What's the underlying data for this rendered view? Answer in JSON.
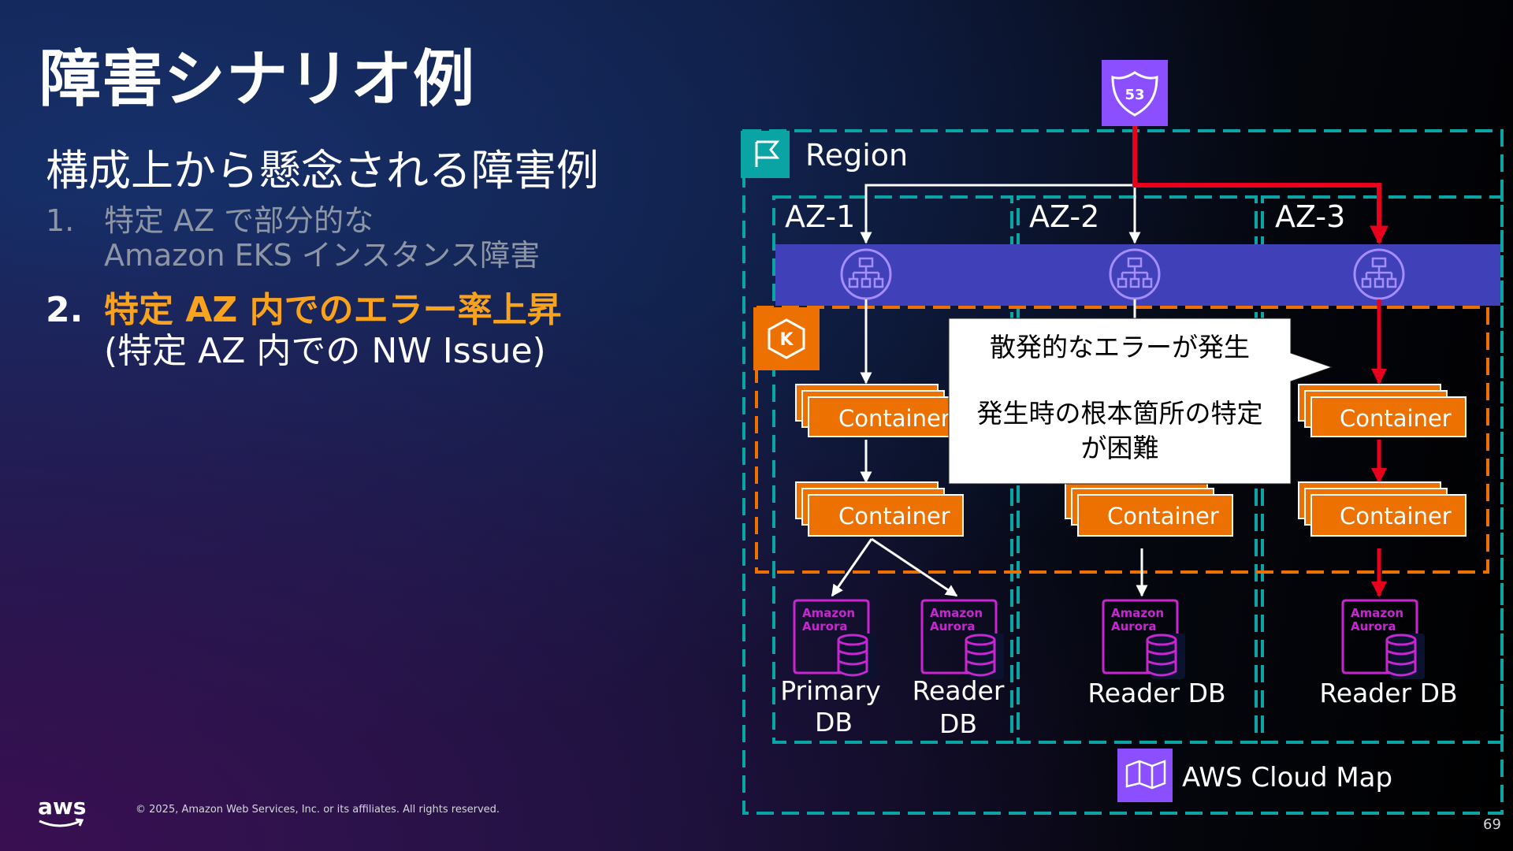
{
  "slide": {
    "title": "障害シナリオ例",
    "subtitle": "構成上から懸念される障害例",
    "items": [
      {
        "num": "1.",
        "line1": "特定 AZ で部分的な",
        "line2": "Amazon EKS インスタンス障害"
      },
      {
        "num": "2.",
        "line1": "特定 AZ 内でのエラー率上昇",
        "line2": "(特定 AZ 内での NW Issue)"
      }
    ],
    "copyright": "© 2025, Amazon Web Services, Inc. or its affiliates. All rights reserved.",
    "page": "69",
    "logo_text": "aws"
  },
  "diagram": {
    "route53_label": "53",
    "region": "Region",
    "azs": [
      "AZ-1",
      "AZ-2",
      "AZ-3"
    ],
    "eks_label": "K",
    "container": "Container",
    "aurora_line1": "Amazon",
    "aurora_line2": "Aurora",
    "db_labels": {
      "primary_l1": "Primary",
      "primary_l2": "DB",
      "reader_l1": "Reader",
      "reader_l2": "DB",
      "reader_db": "Reader DB"
    },
    "callout": {
      "line1": "散発的なエラーが発生",
      "line2": "発生時の根本箇所の特定",
      "line3": "が困難"
    },
    "cloudmap": "AWS Cloud Map",
    "colors": {
      "teal": "#0aa4a4",
      "orange": "#ed7100",
      "purple": "#8c4fff",
      "aurora": "#c925d1",
      "lb_band": "#4040b8",
      "red": "#e8001c",
      "highlight": "#f8a21e"
    }
  }
}
